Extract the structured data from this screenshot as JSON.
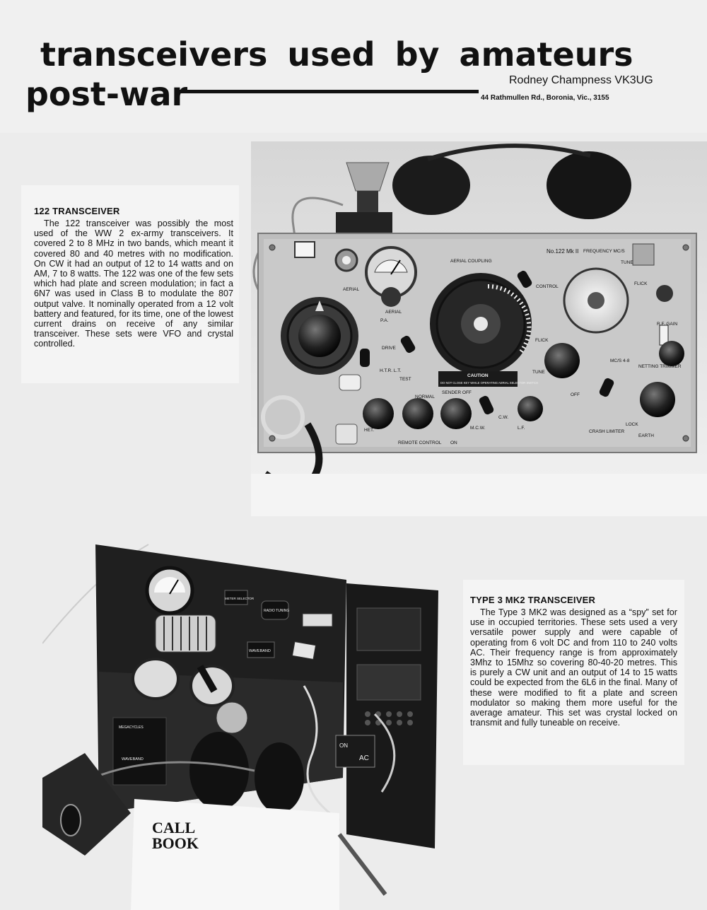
{
  "header": {
    "title_line1": "transceivers  used  by  amateurs",
    "title_line2": "post-war",
    "author": "Rodney Champness VK3UG",
    "address": "44 Rathmullen Rd., Boronia, Vic., 3155"
  },
  "articles": [
    {
      "heading": "122 TRANSCEIVER",
      "body": "The 122 transceiver was possibly the most used of the WW 2 ex-army transceivers. It covered 2 to 8 MHz in two bands, which meant it covered 80 and 40 metres with no modification. On CW it had an output of 12 to 14 watts and on AM, 7 to 8 watts. The 122 was one of the few sets which had plate and screen modulation; in fact a 6N7 was used in Class B to modulate the 807 output valve. It nominally operated from a 12 volt battery and featured, for its time, one of the lowest current drains on receive of any similar transceiver. These sets were VFO and crystal controlled."
    },
    {
      "heading": "TYPE 3 MK2 TRANSCEIVER",
      "body": "The Type 3 MK2 was designed as a “spy” set for use in occupied territories. These sets used a very versatile power supply and were capable of operating from 6 volt DC and from 110 to 240 volts AC. Their frequency range is from approximately 3Mhz to 15Mhz so covering 80-40-20 metres. This is purely a CW unit and an output of 14 to 15 watts could be expected from the 6L6 in the final. Many of these were modified to fit a plate and screen modulator so making them more useful for the average amateur. This set was crystal locked on transmit and fully tuneable on receive."
    }
  ],
  "photo_122_labels": {
    "aerial_coupling": "AERIAL COUPLING",
    "model": "No.122 Mk II",
    "frequency": "FREQUENCY MC/S",
    "tune_top": "TUNE",
    "aerial": "AERIAL",
    "control": "CONTROL",
    "flick_top": "FLICK",
    "pa": "P.A.",
    "aerial2": "AERIAL",
    "rf_gain": "R.F. GAIN",
    "drive": "DRIVE",
    "flick": "FLICK",
    "mcs": "MC/S 4-8",
    "netting": "NETTING TRIMMER",
    "caution": "CAUTION",
    "caution_text": "DO NOT CLOSE KEY WHILE OPERATING AERIAL SELECTOR SWITCH",
    "tune": "TUNE",
    "sender_off": "SENDER OFF",
    "normal": "NORMAL",
    "test": "TEST",
    "htr": "H.T.R. L.T.",
    "cw": "C.W.",
    "mcw": "M.C.W.",
    "lf": "L.F.",
    "off": "OFF",
    "crash": "CRASH LIMITER",
    "lock": "LOCK",
    "earth": "EARTH",
    "remote": "REMOTE CONTROL",
    "on": "ON",
    "het": "HET."
  },
  "photo_mk2_labels": {
    "meter_selector": "METER SELECTOR",
    "radio_tuning": "RADIO TUNING",
    "waveband": "WAVEBAND",
    "megacycles": "MEGACYCLES",
    "waveband2": "WAVEBAND",
    "ac": "AC",
    "on": "ON",
    "call": "CALL",
    "book": "BOOK"
  }
}
